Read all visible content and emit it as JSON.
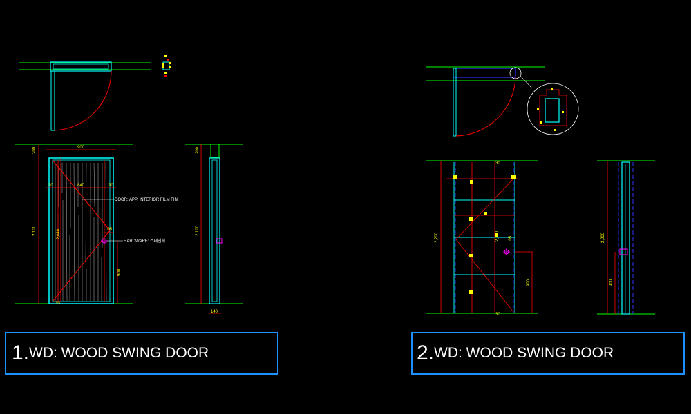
{
  "titles": [
    {
      "number": "1.",
      "label": "WD: WOOD SWING DOOR"
    },
    {
      "number": "2.",
      "label": "WD: WOOD SWING DOOR"
    }
  ],
  "door1": {
    "width": "900",
    "top_margin_left": "200",
    "top_margin_right": "200",
    "overall_height_left": "2,100",
    "overall_height_right": "2,100",
    "leaf_height": "2,040",
    "stile_left": "30",
    "leaf_width": "840",
    "stile_right": "30",
    "handle_offset": "105",
    "handle_height": "900",
    "bottom_gap": "30",
    "thickness": "140",
    "note_door": "DOOR: APP. INTERIOR FILM FIN.",
    "note_hardware": "HARDWARE: 스페인틱"
  },
  "door2": {
    "overall_height_left": "2,200",
    "overall_height_right": "2,200",
    "leaf_height": "2,140",
    "top_gap": "30",
    "bottom_gap": "30",
    "handle_offset": "105",
    "handle_height": "900",
    "handle_height_side": "900"
  },
  "colors": {
    "background": "#000000",
    "wall": "#00ff00",
    "frame": "#00ffff",
    "dimension": "#ff0000",
    "text": "#ffff00",
    "hardware": "#ff00ff",
    "title_border": "#1e90ff"
  }
}
